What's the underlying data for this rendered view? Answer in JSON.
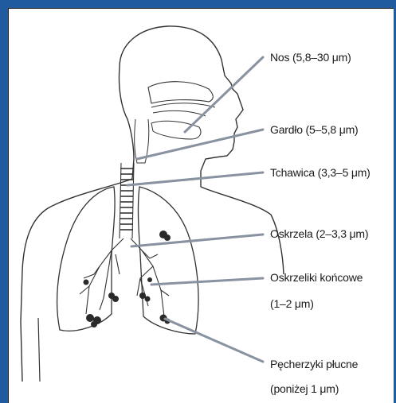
{
  "colors": {
    "frame": "#1f5b9e",
    "pointer": "#8892a0",
    "outline": "#333333",
    "alveoli": "#2a2a2a"
  },
  "labels": {
    "nose": "Nos (5,8–30 μm)",
    "pharynx": "Gardło (5–5,8 μm)",
    "trachea": "Tchawica (3,3–5 μm)",
    "bronchi": "Oskrzela (2–3,3 μm)",
    "bronchioles_line1": "Oskrzeliki końcowe",
    "bronchioles_line2": "(1–2 μm)",
    "alveoli_line1": "Pęcherzyki płucne",
    "alveoli_line2": "(poniżej 1 μm)"
  }
}
